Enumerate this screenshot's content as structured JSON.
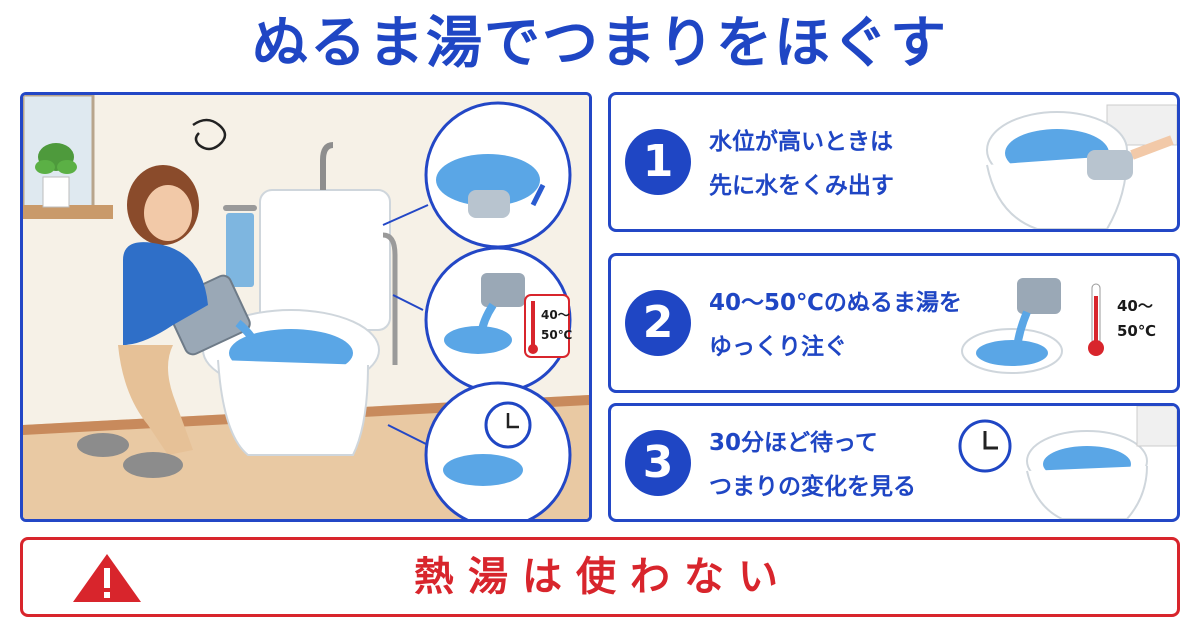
{
  "title": "ぬるま湯でつまりをほぐす",
  "steps": [
    {
      "number": "1",
      "line1": "水位が高いときは",
      "line2": "先に水をくみ出す"
    },
    {
      "number": "2",
      "line1": "40～50℃のぬるま湯を",
      "line2": "ゆっくり注ぐ"
    },
    {
      "number": "3",
      "line1": "30分ほど待って",
      "line2": "つまりの変化を見る"
    }
  ],
  "thermometer": {
    "line1": "40～",
    "line2": "50℃"
  },
  "warning": {
    "text": "熱湯は使わない"
  },
  "colors": {
    "accent": "#1f46c4",
    "warning": "#d8252c",
    "water": "#5aa6e6"
  },
  "icons": [
    "dizzy-icon",
    "thermometer-icon",
    "clock-icon",
    "warning-icon",
    "arrow-up-icon"
  ]
}
